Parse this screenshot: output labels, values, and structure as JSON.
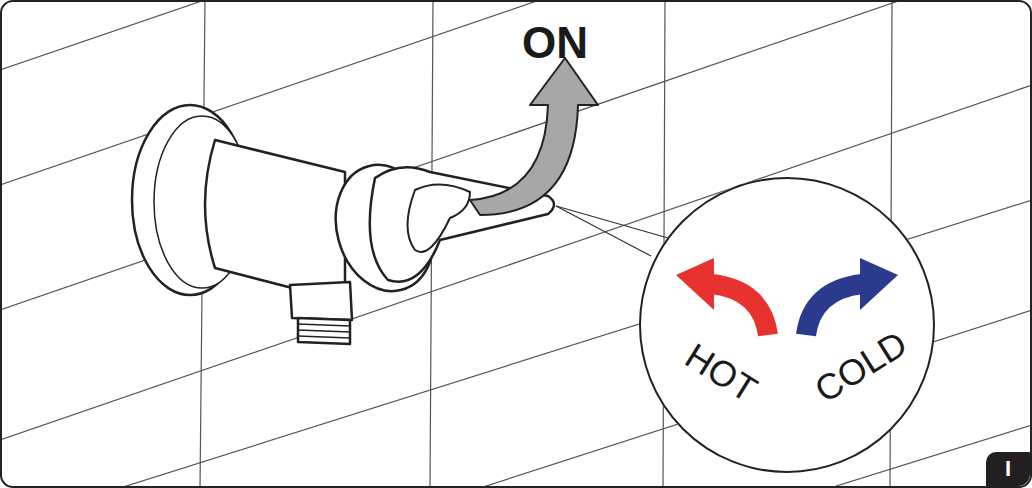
{
  "diagram": {
    "nodes": [
      {
        "text": [
          "HOT",
          "COLD"
        ]
      },
      {
        "text": [
          "I"
        ]
      }
    ],
    "labels": [
      "ON"
    ]
  }
}
